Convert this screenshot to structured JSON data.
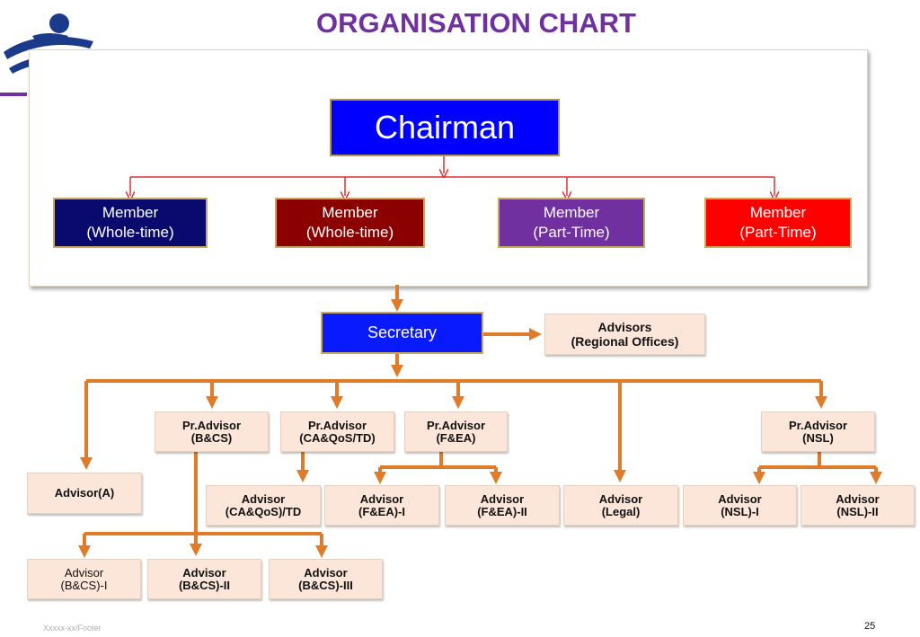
{
  "header": {
    "title": "ORGANISATION CHART"
  },
  "logo": {
    "icon": "organisation-logo-icon",
    "colors": [
      "#1b3a8a",
      "#7030a0"
    ]
  },
  "chart": {
    "chairman": "Chairman",
    "members": [
      {
        "label": "Member\n(Whole-time)",
        "color": "#0a0a6e"
      },
      {
        "label": "Member\n(Whole-time)",
        "color": "#8b0000"
      },
      {
        "label": "Member\n(Part-Time)",
        "color": "#7030a0"
      },
      {
        "label": "Member\n(Part-Time)",
        "color": "#ff0000"
      }
    ],
    "secretary": "Secretary",
    "advisors_regional": "Advisors\n(Regional Offices)",
    "advisor_a": "Advisor(A)",
    "pr_advisors": {
      "bcs": "Pr.Advisor\n(B&CS)",
      "caqos": "Pr.Advisor\n(CA&QoS/TD)",
      "fea": "Pr.Advisor\n(F&EA)",
      "nsl": "Pr.Advisor\n(NSL)"
    },
    "advisors": {
      "caqos_td": "Advisor\n(CA&QoS)/TD",
      "fea_1": "Advisor\n(F&EA)-I",
      "fea_2": "Advisor\n(F&EA)-II",
      "legal": "Advisor\n(Legal)",
      "nsl_1": "Advisor\n(NSL)-I",
      "nsl_2": "Advisor\n(NSL)-II",
      "bcs_1": "Advisor\n(B&CS)-I",
      "bcs_2": "Advisor\n(B&CS)-II",
      "bcs_3": "Advisor\n(B&CS)-III"
    },
    "colors": {
      "chairman": "#0000ff",
      "secretary": "#0a1aff",
      "connector_red": "#e03030",
      "connector_orange": "#e07b2a",
      "advisor_fill": "#fbe6d9"
    }
  },
  "footer": {
    "text": "Xxxxx-xx/Footer",
    "page": "25"
  }
}
